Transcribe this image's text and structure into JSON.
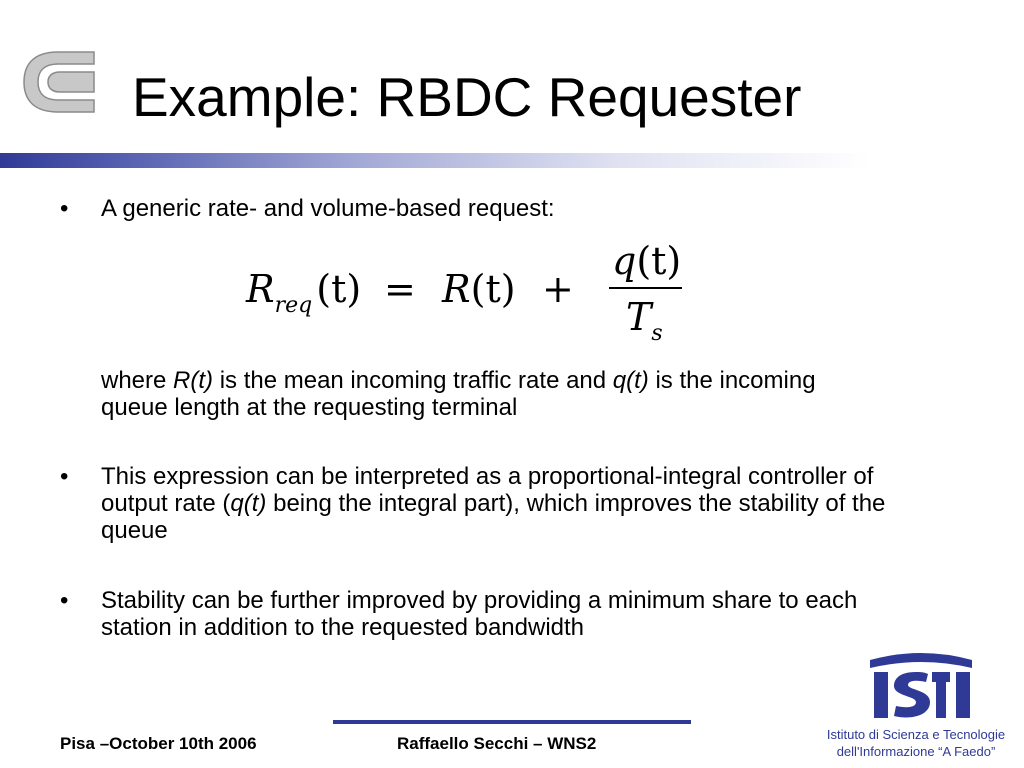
{
  "slide": {
    "title": "Example: RBDC Requester"
  },
  "bullets": {
    "b1": "A generic rate- and volume-based request:",
    "where": {
      "t1": "where ",
      "rt": "R(t)",
      "t2": " is the mean incoming traffic rate and ",
      "qt": "q(t)",
      "t3": " is the incoming queue length at the requesting terminal"
    },
    "b2": {
      "t1": "This expression can be interpreted as a proportional-integral controller of output rate (",
      "qt": "q(t)",
      "t2": " being the integral part), which improves the stability of the queue"
    },
    "b3": "Stability can be further improved by providing a minimum share to each station in addition to the requested bandwidth",
    "bullet_char": "•"
  },
  "formula": {
    "lhs_symbol": "R",
    "lhs_subscript": "req",
    "lhs_arg": "(t)",
    "equals": "=",
    "rhs_term": "R",
    "rhs_arg": "(t)",
    "plus": "+",
    "numerator_symbol": "q",
    "numerator_arg": "(t)",
    "denominator_symbol": "T",
    "denominator_subscript": "s"
  },
  "footer": {
    "left": "Pisa –October 10th 2006",
    "center": "Raffaello Secchi – WNS2",
    "institute_line1": "Istituto di Scienza e Tecnologie",
    "institute_line2": "dell'Informazione “A Faedo”"
  },
  "logos": {
    "left": "cnr-logo",
    "right": "isti-logo"
  },
  "colors": {
    "accent": "#2f3a96",
    "logo_gray": "#c8c8c8"
  }
}
